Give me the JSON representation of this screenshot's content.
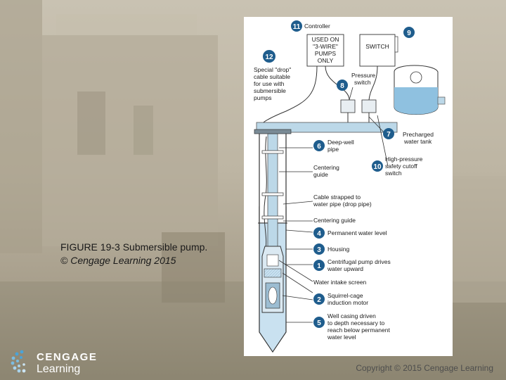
{
  "caption": {
    "line1": "FIGURE 19-3 Submersible pump.",
    "line2": "© Cengage Learning 2015"
  },
  "brand": {
    "line1": "CENGAGE",
    "line2": "Learning",
    "logo_icon": "cengage-dots-logo"
  },
  "copyright": "Copyright © 2015 Cengage Learning",
  "colors": {
    "water": "#c9e1f0",
    "pipe": "#bcd8e8",
    "badge": "#1f5d8d",
    "tank_water": "#8fc1e0"
  },
  "diagram": {
    "box_used_on": [
      "USED ON",
      "\"3-WIRE\"",
      "PUMPS",
      "ONLY"
    ],
    "box_switch": "SWITCH",
    "labels": {
      "controller": "Controller",
      "drop_cable": [
        "Special \"drop\"",
        "cable suitable",
        "for use with",
        "submersible",
        "pumps"
      ],
      "pressure_switch": [
        "Pressure",
        "switch"
      ],
      "precharged_tank": [
        "Precharged",
        "water tank"
      ],
      "deep_well_pipe": [
        "Deep-well",
        "pipe"
      ],
      "centering_guide_1": [
        "Centering",
        "guide"
      ],
      "high_pressure_switch": [
        "High-pressure",
        "safety cutoff",
        "switch"
      ],
      "cable_strapped": [
        "Cable strapped to",
        "water pipe (drop pipe)"
      ],
      "centering_guide_2": "Centering guide",
      "permanent_water_level": "Permanent water level",
      "housing": "Housing",
      "centrifugal_pump": [
        "Centrifugal pump drives",
        "water upward"
      ],
      "water_intake_screen": "Water intake screen",
      "induction_motor": [
        "Squirrel-cage",
        "induction motor"
      ],
      "well_casing": [
        "Well casing driven",
        "to depth necessary to",
        "reach below permanent",
        "water level"
      ]
    },
    "badges": {
      "controller": "11",
      "drop_cable": "12",
      "pressure_switch": "8",
      "switch_box": "9",
      "precharged_tank": "7",
      "deep_well_pipe": "6",
      "high_pressure_switch": "10",
      "permanent_water_level": "4",
      "housing": "3",
      "centrifugal_pump": "1",
      "induction_motor": "2",
      "well_casing": "5"
    }
  }
}
